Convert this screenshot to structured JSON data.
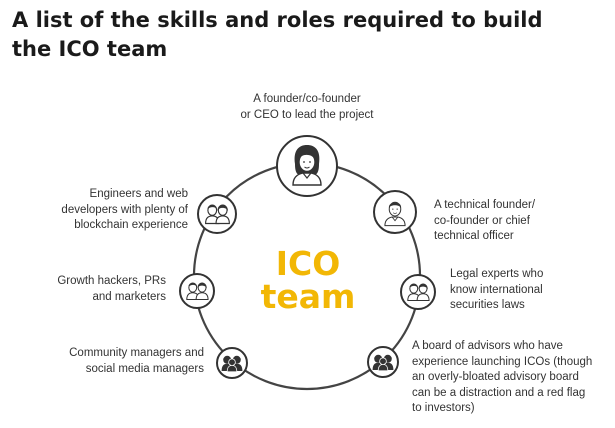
{
  "title": {
    "line1": "A list of the skills and roles required to build",
    "line2": "the ICO team"
  },
  "center": {
    "line1": "ICO",
    "line2": "team",
    "color": "#f2b705"
  },
  "colors": {
    "circle": "#444444",
    "node_fill": "#ffffff",
    "icon_stroke": "#333333"
  },
  "roles": {
    "ceo": {
      "icon": "single-person-icon",
      "lines": [
        "A founder/co-founder",
        "or CEO to lead the project"
      ]
    },
    "cto": {
      "icon": "single-person-icon",
      "lines": [
        "A technical founder/",
        "co-founder or chief",
        "technical officer"
      ]
    },
    "legal": {
      "icon": "two-people-icon",
      "lines": [
        "Legal experts who",
        "know international",
        "securities laws"
      ]
    },
    "advisors": {
      "icon": "group-silhouette-icon",
      "lines": [
        "A board of advisors who have",
        "experience launching ICOs (though",
        "an overly-bloated advisory board",
        "can be a distraction and a red flag",
        "to investors)"
      ]
    },
    "community": {
      "icon": "group-silhouette-icon",
      "lines": [
        "Community managers and",
        "social media managers"
      ]
    },
    "growth": {
      "icon": "two-people-icon",
      "lines": [
        "Growth hackers, PRs",
        "and marketers"
      ]
    },
    "engineers": {
      "icon": "two-people-icon",
      "lines": [
        "Engineers and web",
        "developers with plenty of",
        "blockchain experience"
      ]
    }
  }
}
